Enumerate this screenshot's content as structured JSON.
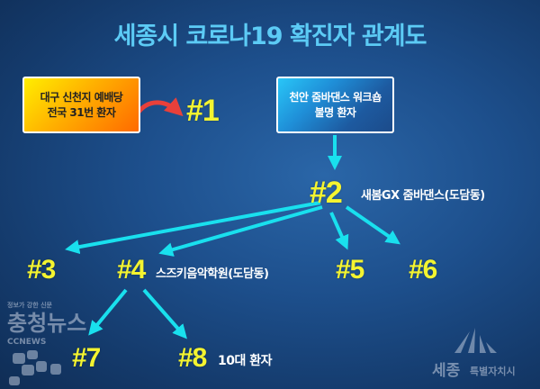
{
  "title": "세종시 코로나19 확진자 관계도",
  "source_box": {
    "line1": "대구 신천지 예배당",
    "line2": "전국 31번 환자"
  },
  "cheonan_box": {
    "line1": "천안 줌바댄스 워크숍",
    "line2": "불명 환자"
  },
  "nodes": {
    "n1": "#1",
    "n2": "#2",
    "n3": "#3",
    "n4": "#4",
    "n5": "#5",
    "n6": "#6",
    "n7": "#7",
    "n8": "#8"
  },
  "labels": {
    "n2": "새봄GX 줌바댄스(도담동)",
    "n4": "스즈키음악학원(도담동)",
    "n8": "10대 환자"
  },
  "watermarks": {
    "left_tagline": "정보가 강한 신문",
    "left_name": "충청뉴스",
    "left_latin": "CCNEWS",
    "right_name": "세종",
    "right_sub": "특별자치시"
  },
  "colors": {
    "arrow": "#19e0ee",
    "node": "#f4f430",
    "title": "#5ccbf5",
    "curve_arrow": "#e8403a"
  }
}
